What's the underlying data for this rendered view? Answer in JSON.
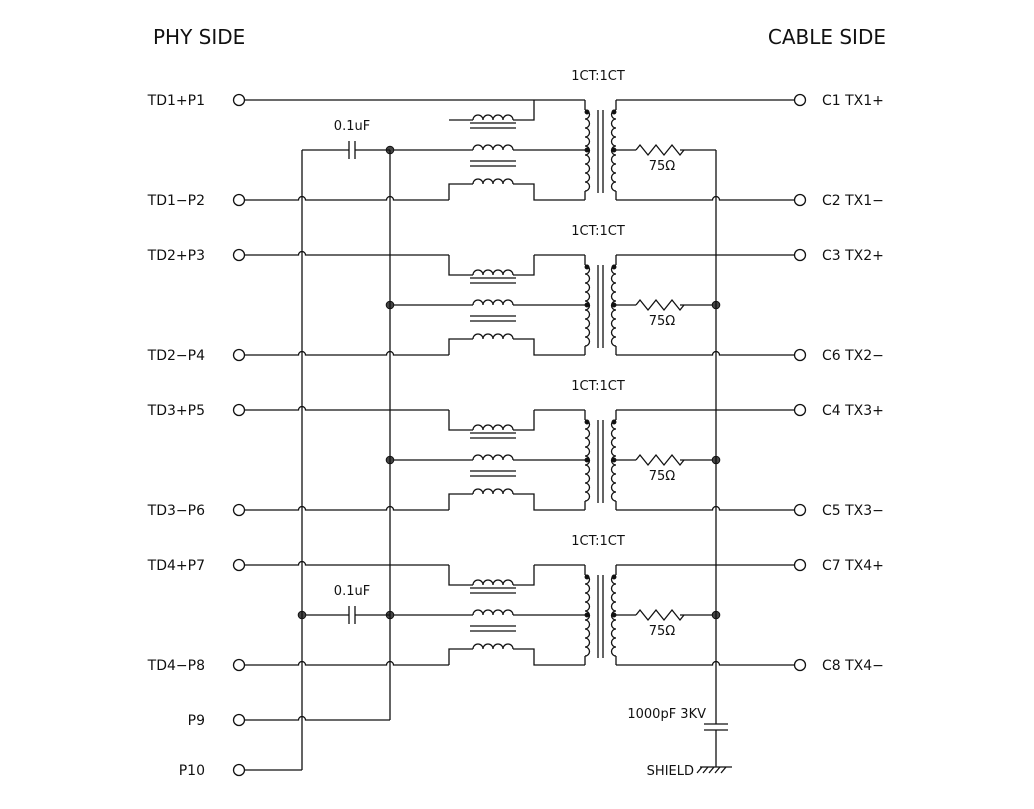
{
  "header": {
    "left": "PHY SIDE",
    "right": "CABLE SIDE"
  },
  "channels": [
    {
      "left_top": "TD1+P1",
      "left_bot": "TD1−P2",
      "right_top": "C1  TX1+",
      "right_bot": "C2  TX1−",
      "ratio": "1CT:1CT",
      "resistor": "75Ω",
      "cap": "0.1uF"
    },
    {
      "left_top": "TD2+P3",
      "left_bot": "TD2−P4",
      "right_top": "C3  TX2+",
      "right_bot": "C6  TX2−",
      "ratio": "1CT:1CT",
      "resistor": "75Ω",
      "cap": ""
    },
    {
      "left_top": "TD3+P5",
      "left_bot": "TD3−P6",
      "right_top": "C4  TX3+",
      "right_bot": "C5  TX3−",
      "ratio": "1CT:1CT",
      "resistor": "75Ω",
      "cap": ""
    },
    {
      "left_top": "TD4+P7",
      "left_bot": "TD4−P8",
      "right_top": "C7  TX4+",
      "right_bot": "C8  TX4−",
      "ratio": "1CT:1CT",
      "resistor": "75Ω",
      "cap": "0.1uF"
    }
  ],
  "extra_pins": [
    "P9",
    "P10"
  ],
  "shield_cap": "1000pF  3KV",
  "shield_label": "SHIELD"
}
